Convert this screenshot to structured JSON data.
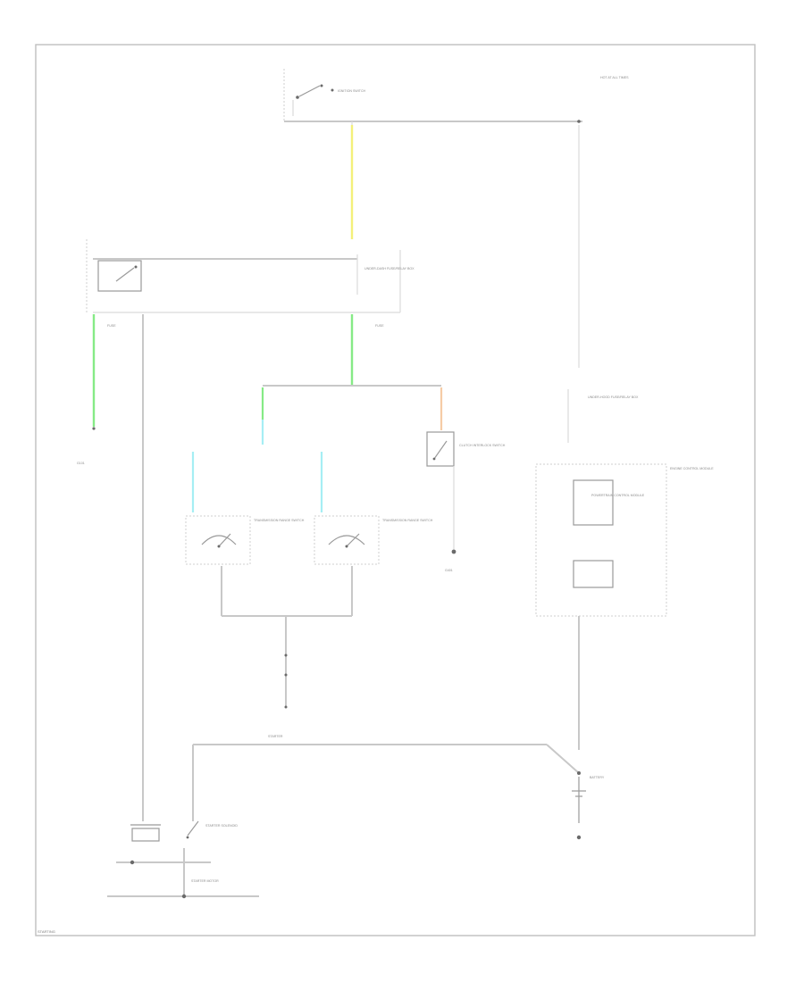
{
  "diagram": {
    "wire_colors": {
      "yellow": "#f4f07a",
      "green": "#86ea86",
      "cyan": "#a6eef4",
      "peach": "#f6cca6",
      "gray": "#c8c8c8"
    },
    "labels": {
      "ignition_switch": "IGNITION SWITCH",
      "battery_feed": "HOT AT ALL TIMES",
      "fuse_box": "UNDER-HOOD FUSE/RELAY BOX",
      "dash_fuse": "UNDER-DASH FUSE/RELAY BOX",
      "fuse_left": "FUSE",
      "fuse_right": "FUSE",
      "clutch_switch": "CLUTCH INTERLOCK SWITCH",
      "pcm": "POWERTRAIN CONTROL MODULE",
      "range_switch_1": "TRANSMISSION RANGE SWITCH",
      "range_switch_2": "TRANSMISSION RANGE SWITCH",
      "ground_1": "G101",
      "ground_2": "G401",
      "starter": "STARTER",
      "starter_solenoid": "STARTER SOLENOID",
      "starter_motor": "STARTER MOTOR",
      "battery": "BATTERY",
      "ecm": "ENGINE CONTROL MODULE",
      "footer": "STARTING"
    }
  }
}
